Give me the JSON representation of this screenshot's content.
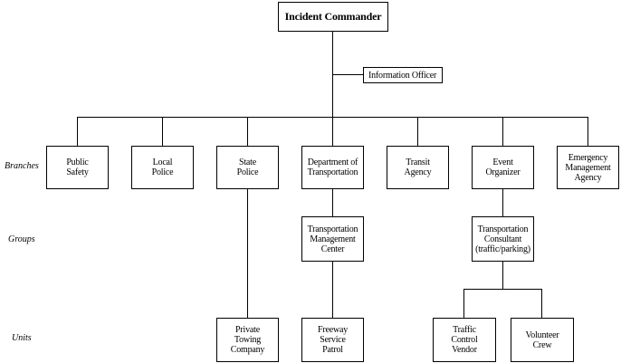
{
  "diagram": {
    "type": "organization-chart",
    "root": "Incident Commander",
    "staff": "Information Officer",
    "levels": [
      "Branches",
      "Groups",
      "Units"
    ],
    "branches": [
      "Public\nSafety",
      "Local\nPolice",
      "State\nPolice",
      "Department of\nTransportation",
      "Transit\nAgency",
      "Event\nOrganizer",
      "Emergency\nManagement\nAgency"
    ],
    "groups": {
      "dot": "Transportation\nManagement\nCenter",
      "event": "Transportation\nConsultant\n(traffic/parking)"
    },
    "units": {
      "towing": "Private\nTowing\nCompany",
      "fsp": "Freeway\nService\nPatrol",
      "traffic": "Traffic\nControl\nVendor",
      "volunteer": "Volunteer\nCrew"
    }
  }
}
